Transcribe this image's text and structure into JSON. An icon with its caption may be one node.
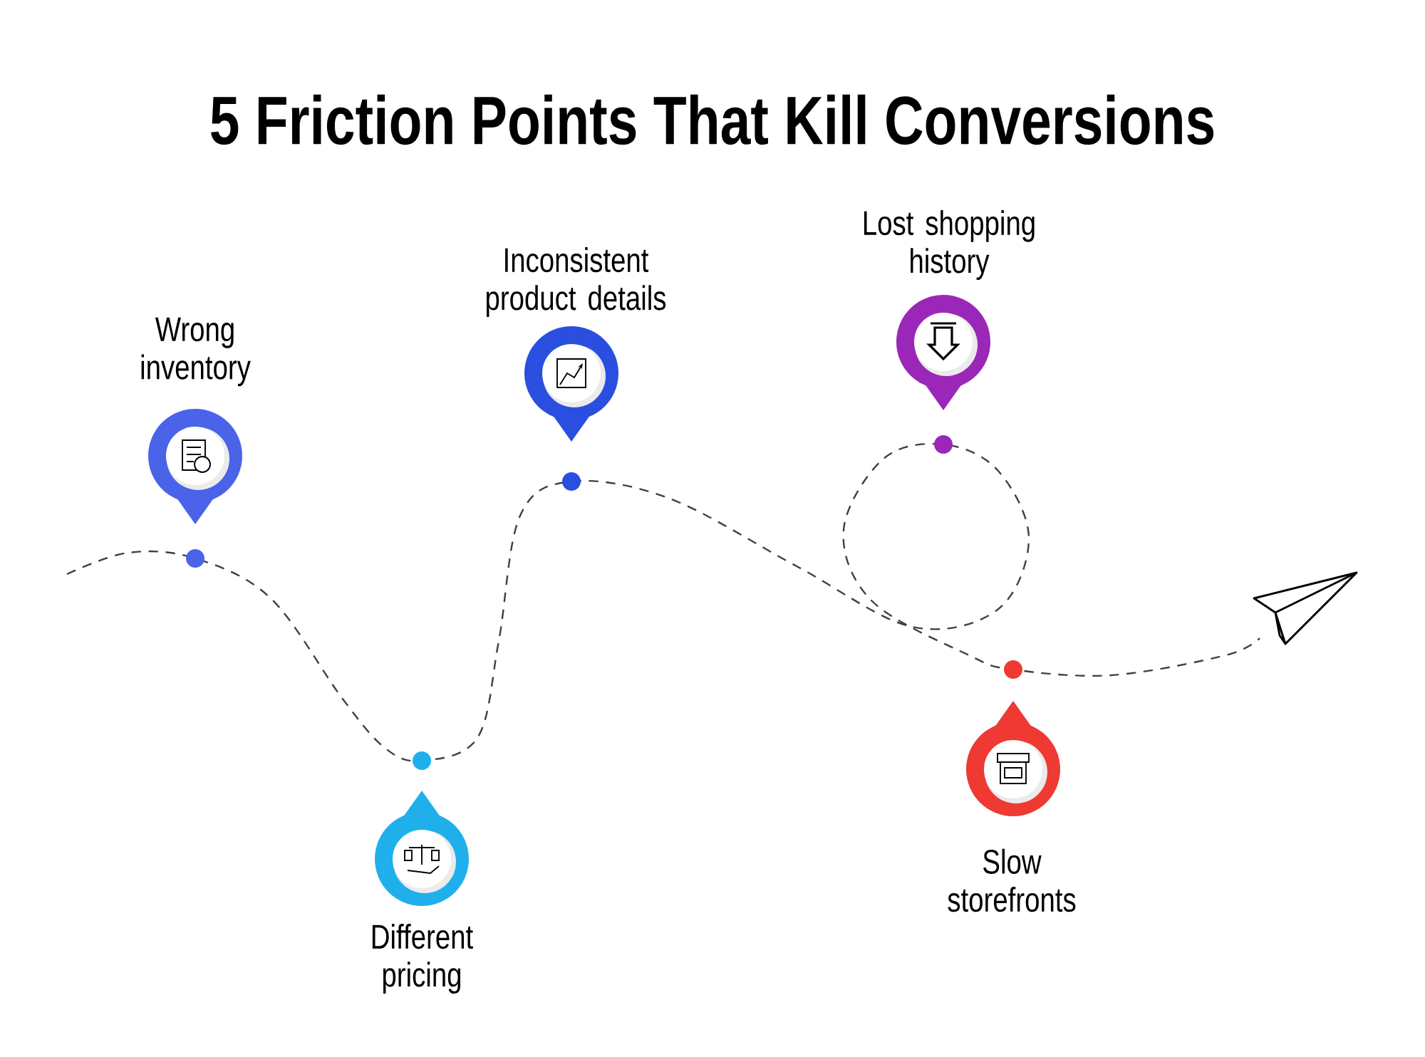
{
  "diagram": {
    "title": "5 Friction Points That Kill Conversions",
    "nodes": [
      {
        "text": [
          "Wrong inventory"
        ]
      },
      {
        "text": [
          "Different pricing"
        ]
      },
      {
        "text": [
          "Inconsistent product details"
        ]
      },
      {
        "text": [
          "Lost shopping history"
        ]
      },
      {
        "text": [
          "Slow storefronts"
        ]
      }
    ]
  }
}
